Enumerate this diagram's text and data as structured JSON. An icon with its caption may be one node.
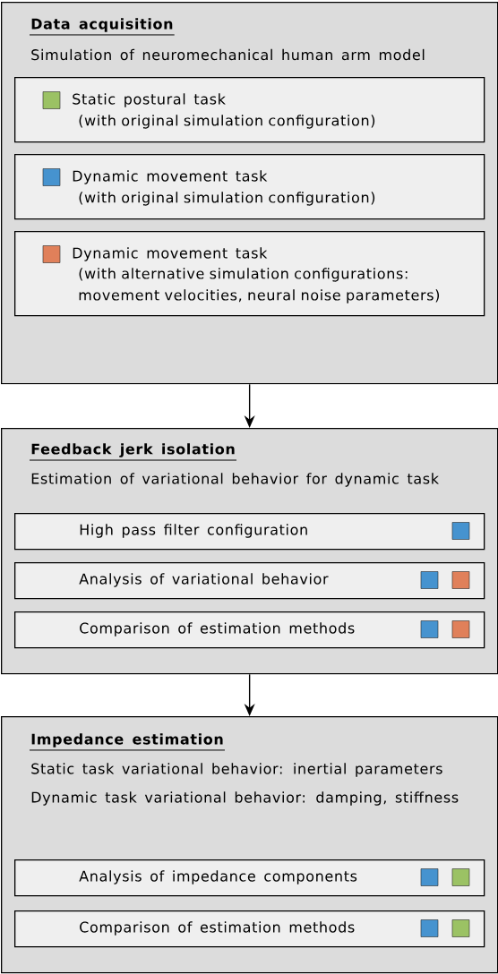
{
  "diagram": {
    "nodes": [
      {
        "text": [
          "Data acquisition",
          "Simulation of neuromechanical human arm model"
        ]
      },
      {
        "text": [
          "Static postural task",
          "(with original simulation configuration)"
        ],
        "in": 0
      },
      {
        "text": [
          "Dynamic movement task",
          "(with original simulation configuration)"
        ],
        "in": 0
      },
      {
        "text": [
          "Dynamic movement task",
          "(with alternative simulation configurations: movement velocities, neural noise parameters)"
        ],
        "in": 0
      },
      {
        "text": [
          "Feedback jerk isolation",
          "Estimation of variational behavior for dynamic task"
        ]
      },
      {
        "text": [
          "High pass filter configuration"
        ],
        "in": 4
      },
      {
        "text": [
          "Analysis of variational behavior"
        ],
        "in": 4
      },
      {
        "text": [
          "Comparison of estimation methods"
        ],
        "in": 4
      },
      {
        "text": [
          "Impedance estimation",
          "Static task variational behavior: inertial parameters",
          "Dynamic task variational behavior: damping, stiffness"
        ]
      },
      {
        "text": [
          "Analysis of impedance components"
        ],
        "in": 8
      },
      {
        "text": [
          "Comparison of estimation methods"
        ],
        "in": 8
      }
    ],
    "edges": [
      {
        "from": 0,
        "to": 4,
        "arrow": "to"
      },
      {
        "from": 4,
        "to": 8,
        "arrow": "to"
      }
    ]
  }
}
